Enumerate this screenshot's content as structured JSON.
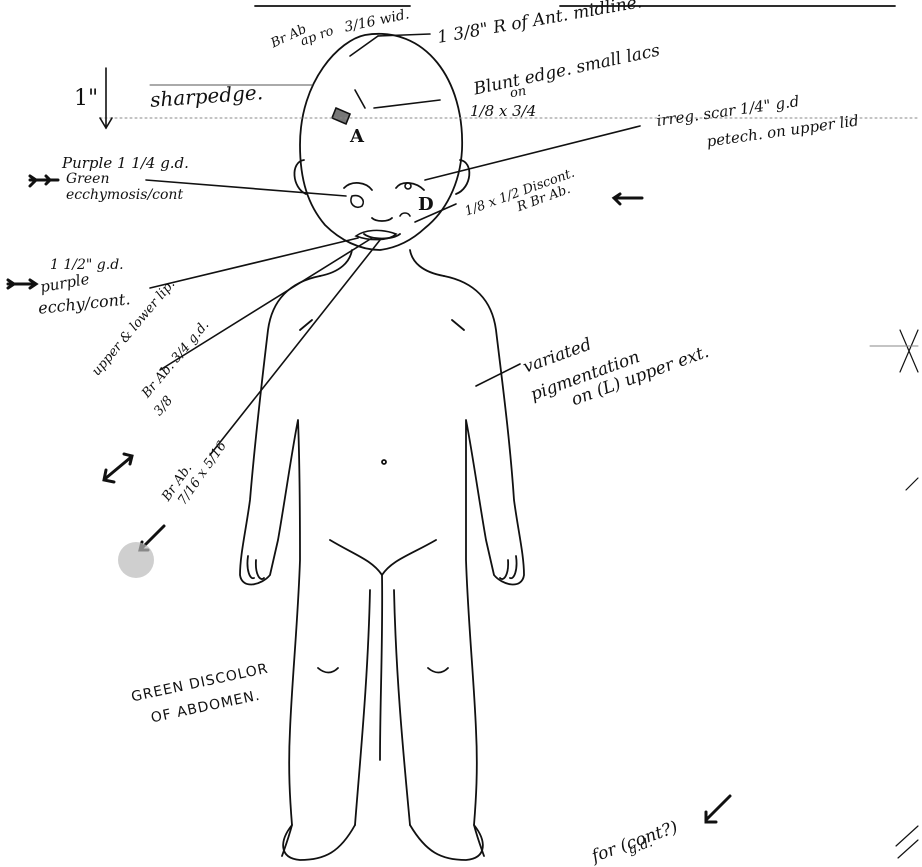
{
  "annotations": {
    "width_top": "3/16 wid.",
    "br_ab_top": "Br Ab",
    "approx": "ap ro",
    "midline": "1 3/8\" R of Ant. midline.",
    "one_inch": "1\"",
    "sharp_edge": "sharpedge.",
    "blunt_edge": "Blunt edge. small lacs",
    "on": "on",
    "lac_size": "1/8 x 3/4",
    "letter_a": "A",
    "scar": "irreg. scar 1/4\" g.d",
    "petech": "petech. on upper lid",
    "purple_ecchy_1": "Purple 1 1/4 g.d.",
    "purple_ecchy_2": "Green",
    "purple_ecchy_3": "ecchymosis/cont",
    "discont": "1/8 x 1/2 Discont.",
    "discont_2": "R Br Ab.",
    "letter_d": "D",
    "purple_chin_1": "1 1/2\" g.d.",
    "purple_chin_2": "purple",
    "purple_chin_3": "ecchy/cont.",
    "upper_lower_lip": "upper & lower lip.",
    "br_ab_lip": "Br Ab. 3/4 g.d.",
    "lip_size": "3/8",
    "br_ab_lower": "Br Ab.",
    "lower_size": "7/16 x 5/16",
    "variated": "variated",
    "pigmentation": "pigmentation",
    "upper_ext": "on (L) upper ext.",
    "green_discolor_1": "GREEN DISCOLOR",
    "green_discolor_2": "OF ABDOMEN.",
    "bottom_note_1": "for (cont?)",
    "bottom_note_2": "g.d."
  }
}
